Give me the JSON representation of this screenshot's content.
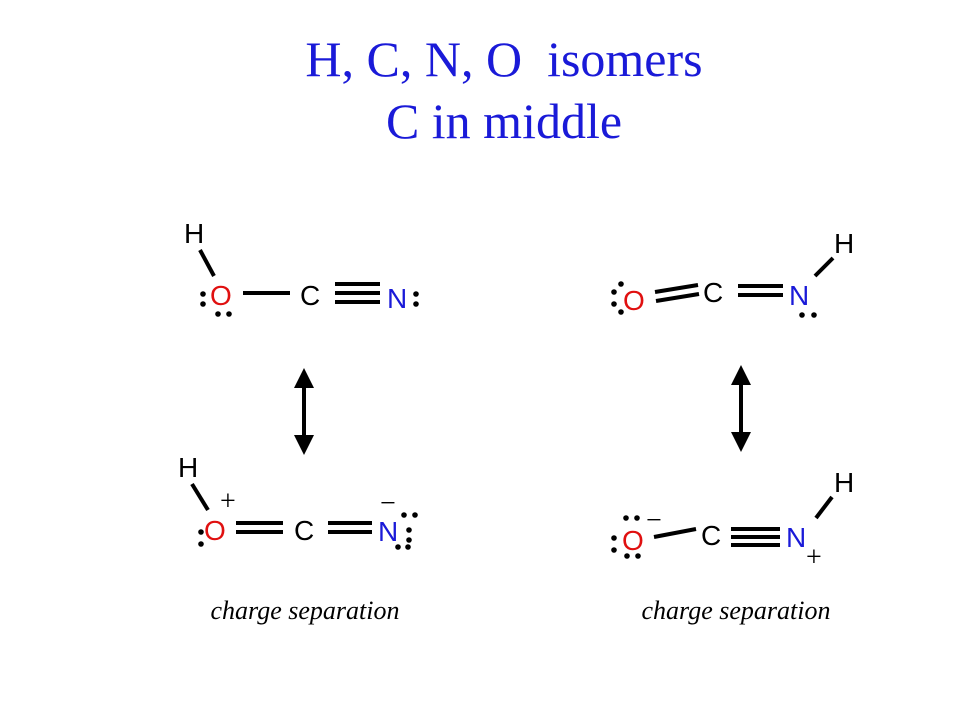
{
  "title": {
    "line1": "H, C, N, O  isomers",
    "line2": "C in middle"
  },
  "colors": {
    "title": "#1a1ad8",
    "oxygen": "#e01010",
    "nitrogen": "#1a1ad8",
    "carbon": "#000000",
    "hydrogen": "#000000"
  },
  "structures": {
    "top_left": {
      "H": "H",
      "O": "O",
      "C": "C",
      "N": "N"
    },
    "bottom_left": {
      "H": "H",
      "O": "O",
      "C": "C",
      "N": "N",
      "o_charge": "+",
      "n_charge": "−"
    },
    "top_right": {
      "H": "H",
      "O": "O",
      "C": "C",
      "N": "N"
    },
    "bottom_right": {
      "H": "H",
      "O": "O",
      "C": "C",
      "N": "N",
      "o_charge": "−",
      "n_charge": "+"
    }
  },
  "captions": {
    "left": "charge separation",
    "right": "charge separation"
  },
  "arrows": {
    "left": "resonance-double-arrow",
    "right": "resonance-double-arrow"
  }
}
